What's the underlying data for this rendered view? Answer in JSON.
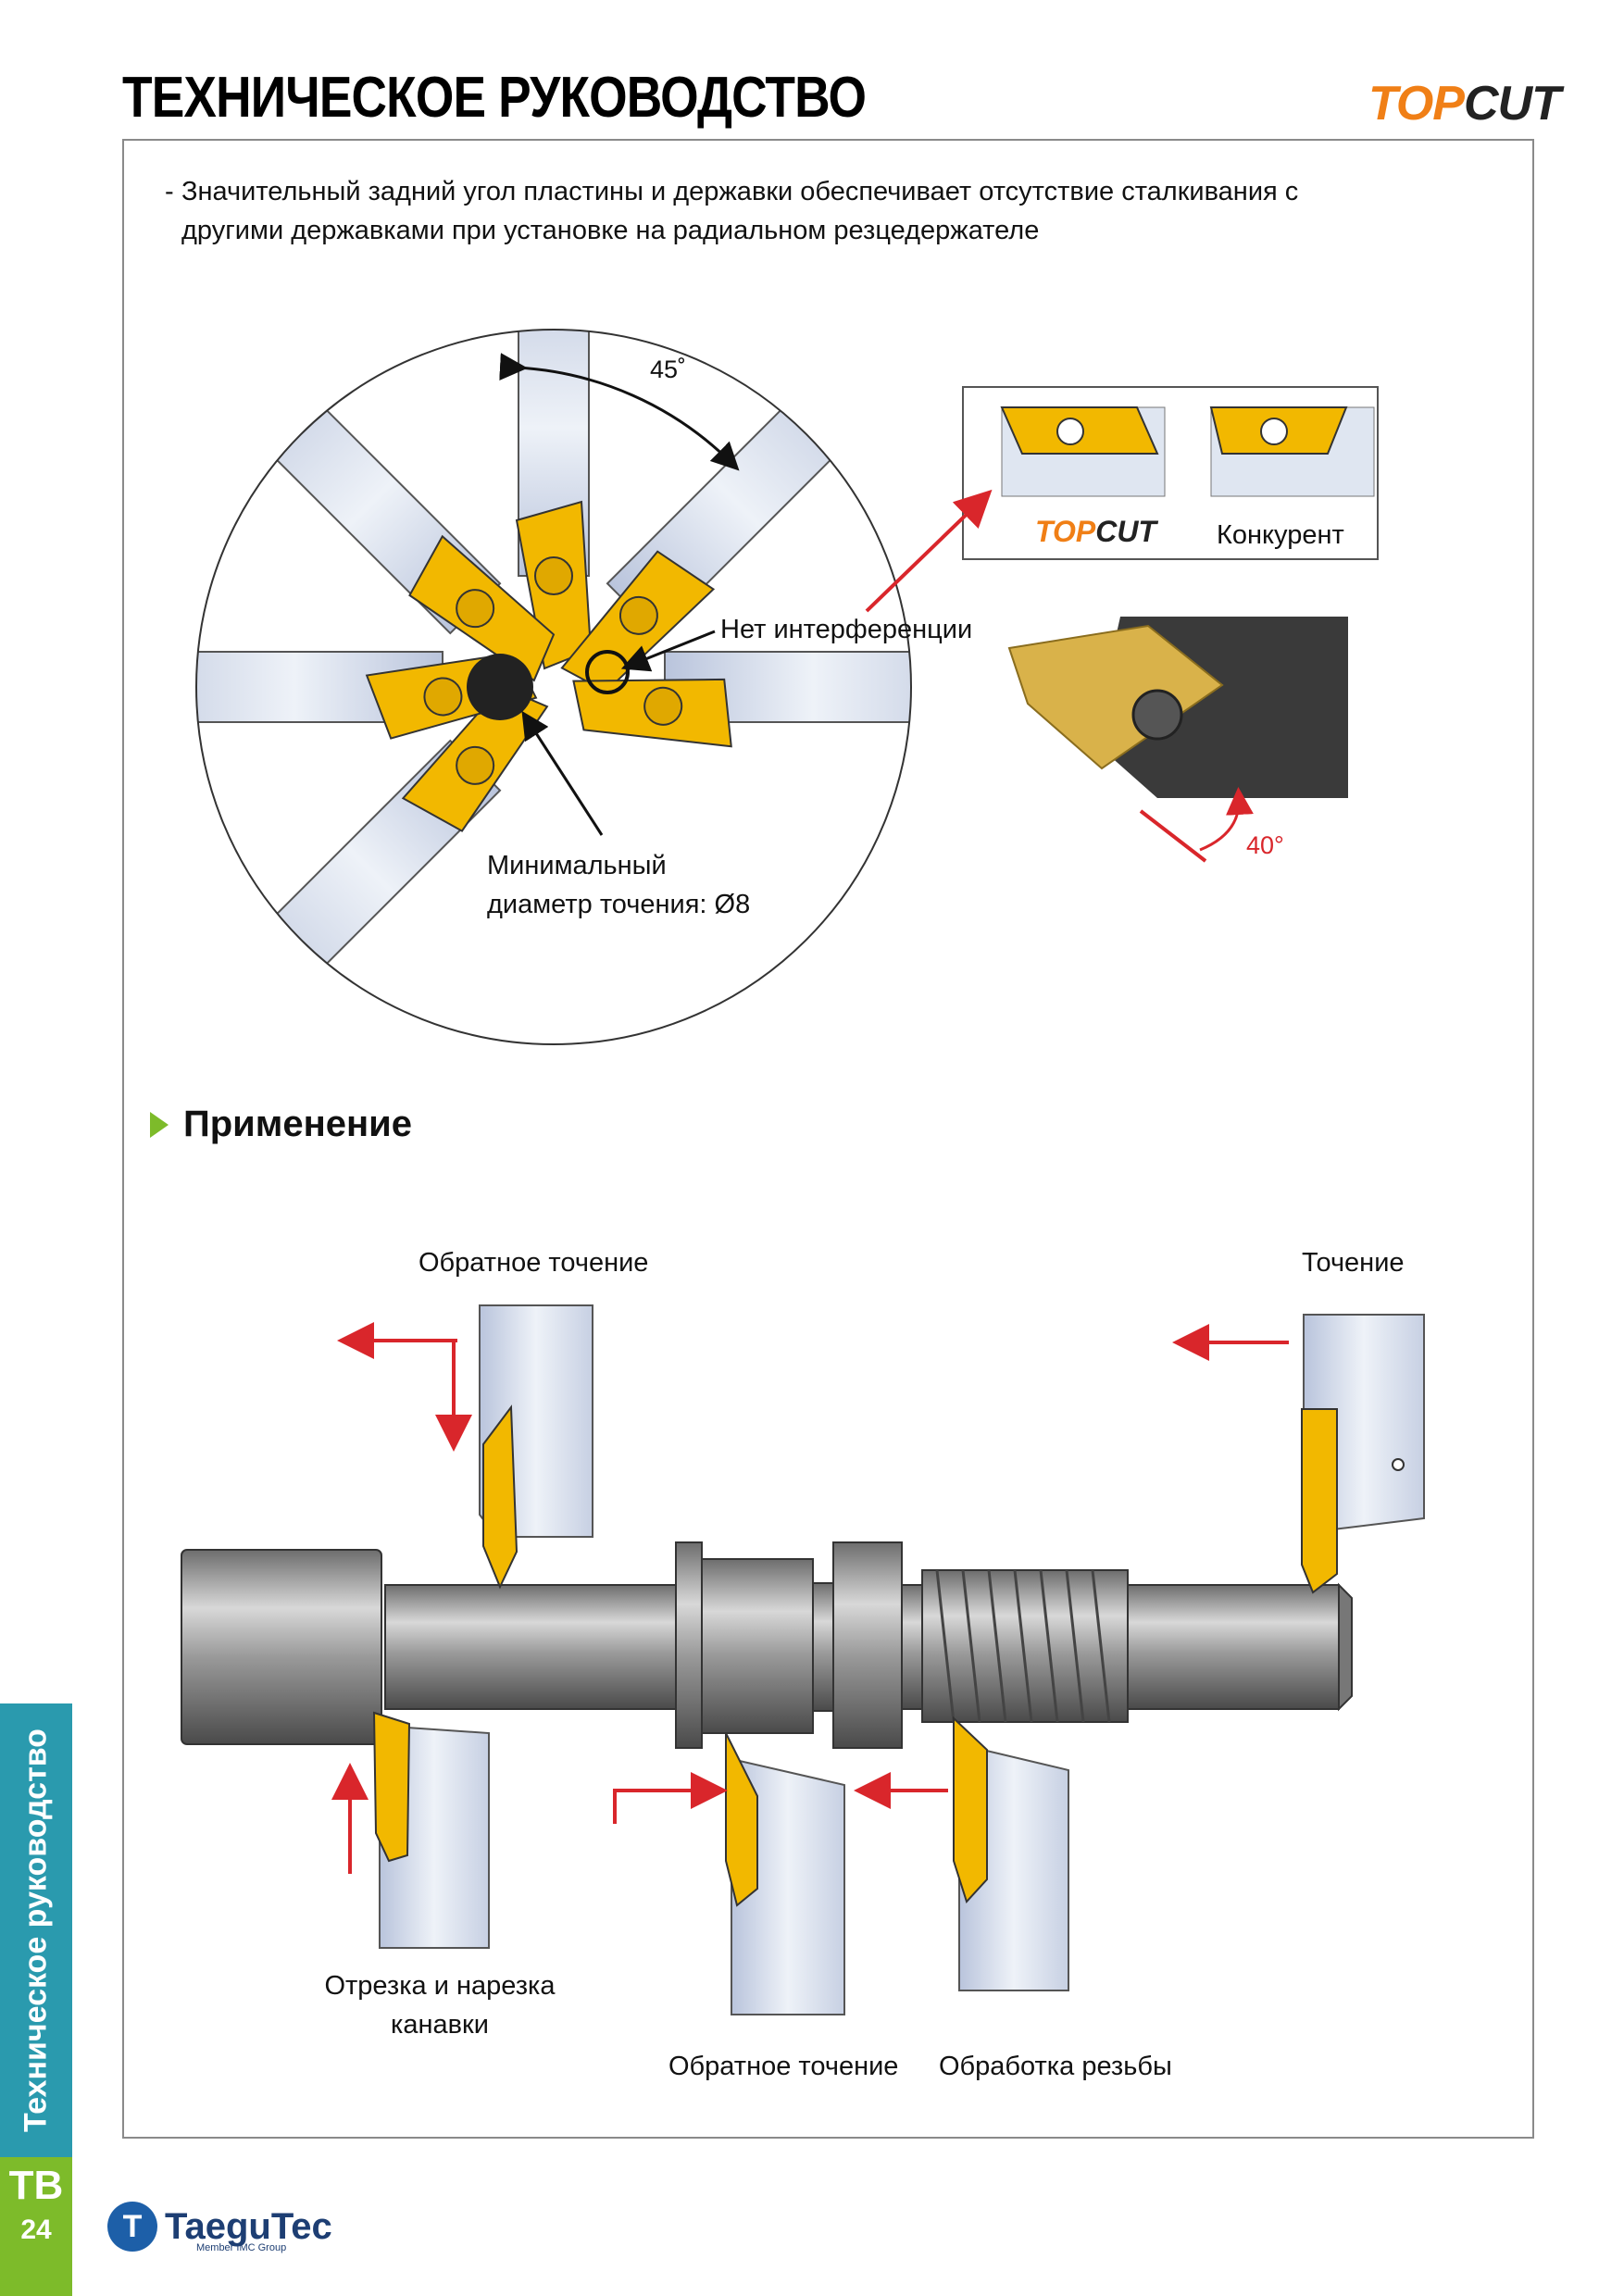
{
  "header": {
    "title": "ТЕХНИЧЕСКОЕ РУКОВОДСТВО",
    "brand_part1": "TOP",
    "brand_part2": "CUT"
  },
  "intro": {
    "line1": "Значительный задний угол пластины и державки обеспечивает отсутствие сталкивания с",
    "line2": "другими державками при установке на радиальном резцедержателе"
  },
  "diagram1": {
    "angle_top": "45˚",
    "no_interference": "Нет интерференции",
    "min_diameter_line1": "Минимальный",
    "min_diameter_line2": "диаметр точения: Ø8",
    "compare_brand_part1": "TOP",
    "compare_brand_part2": "CUT",
    "competitor": "Конкурент",
    "angle_side": "40°"
  },
  "section": {
    "heading": "Применение"
  },
  "applications": {
    "back_turning_top": "Обратное точение",
    "turning": "Точение",
    "parting_line1": "Отрезка и нарезка",
    "parting_line2": "канавки",
    "back_turning_bottom": "Обратное точение",
    "threading": "Обработка резьбы"
  },
  "sidebar": {
    "tab_text": "Техническое руководство",
    "page_code": "TB",
    "page_number": "24"
  },
  "footer": {
    "company": "TaeguTec",
    "tagline": "Member IMC Group"
  },
  "colors": {
    "insert_yellow": "#f2b800",
    "holder_blue": "#cdd6e8",
    "arrow_red": "#d9262b",
    "tab_teal": "#2a9aae",
    "tab_green": "#7dbb2a",
    "brand_orange": "#f07f16"
  }
}
